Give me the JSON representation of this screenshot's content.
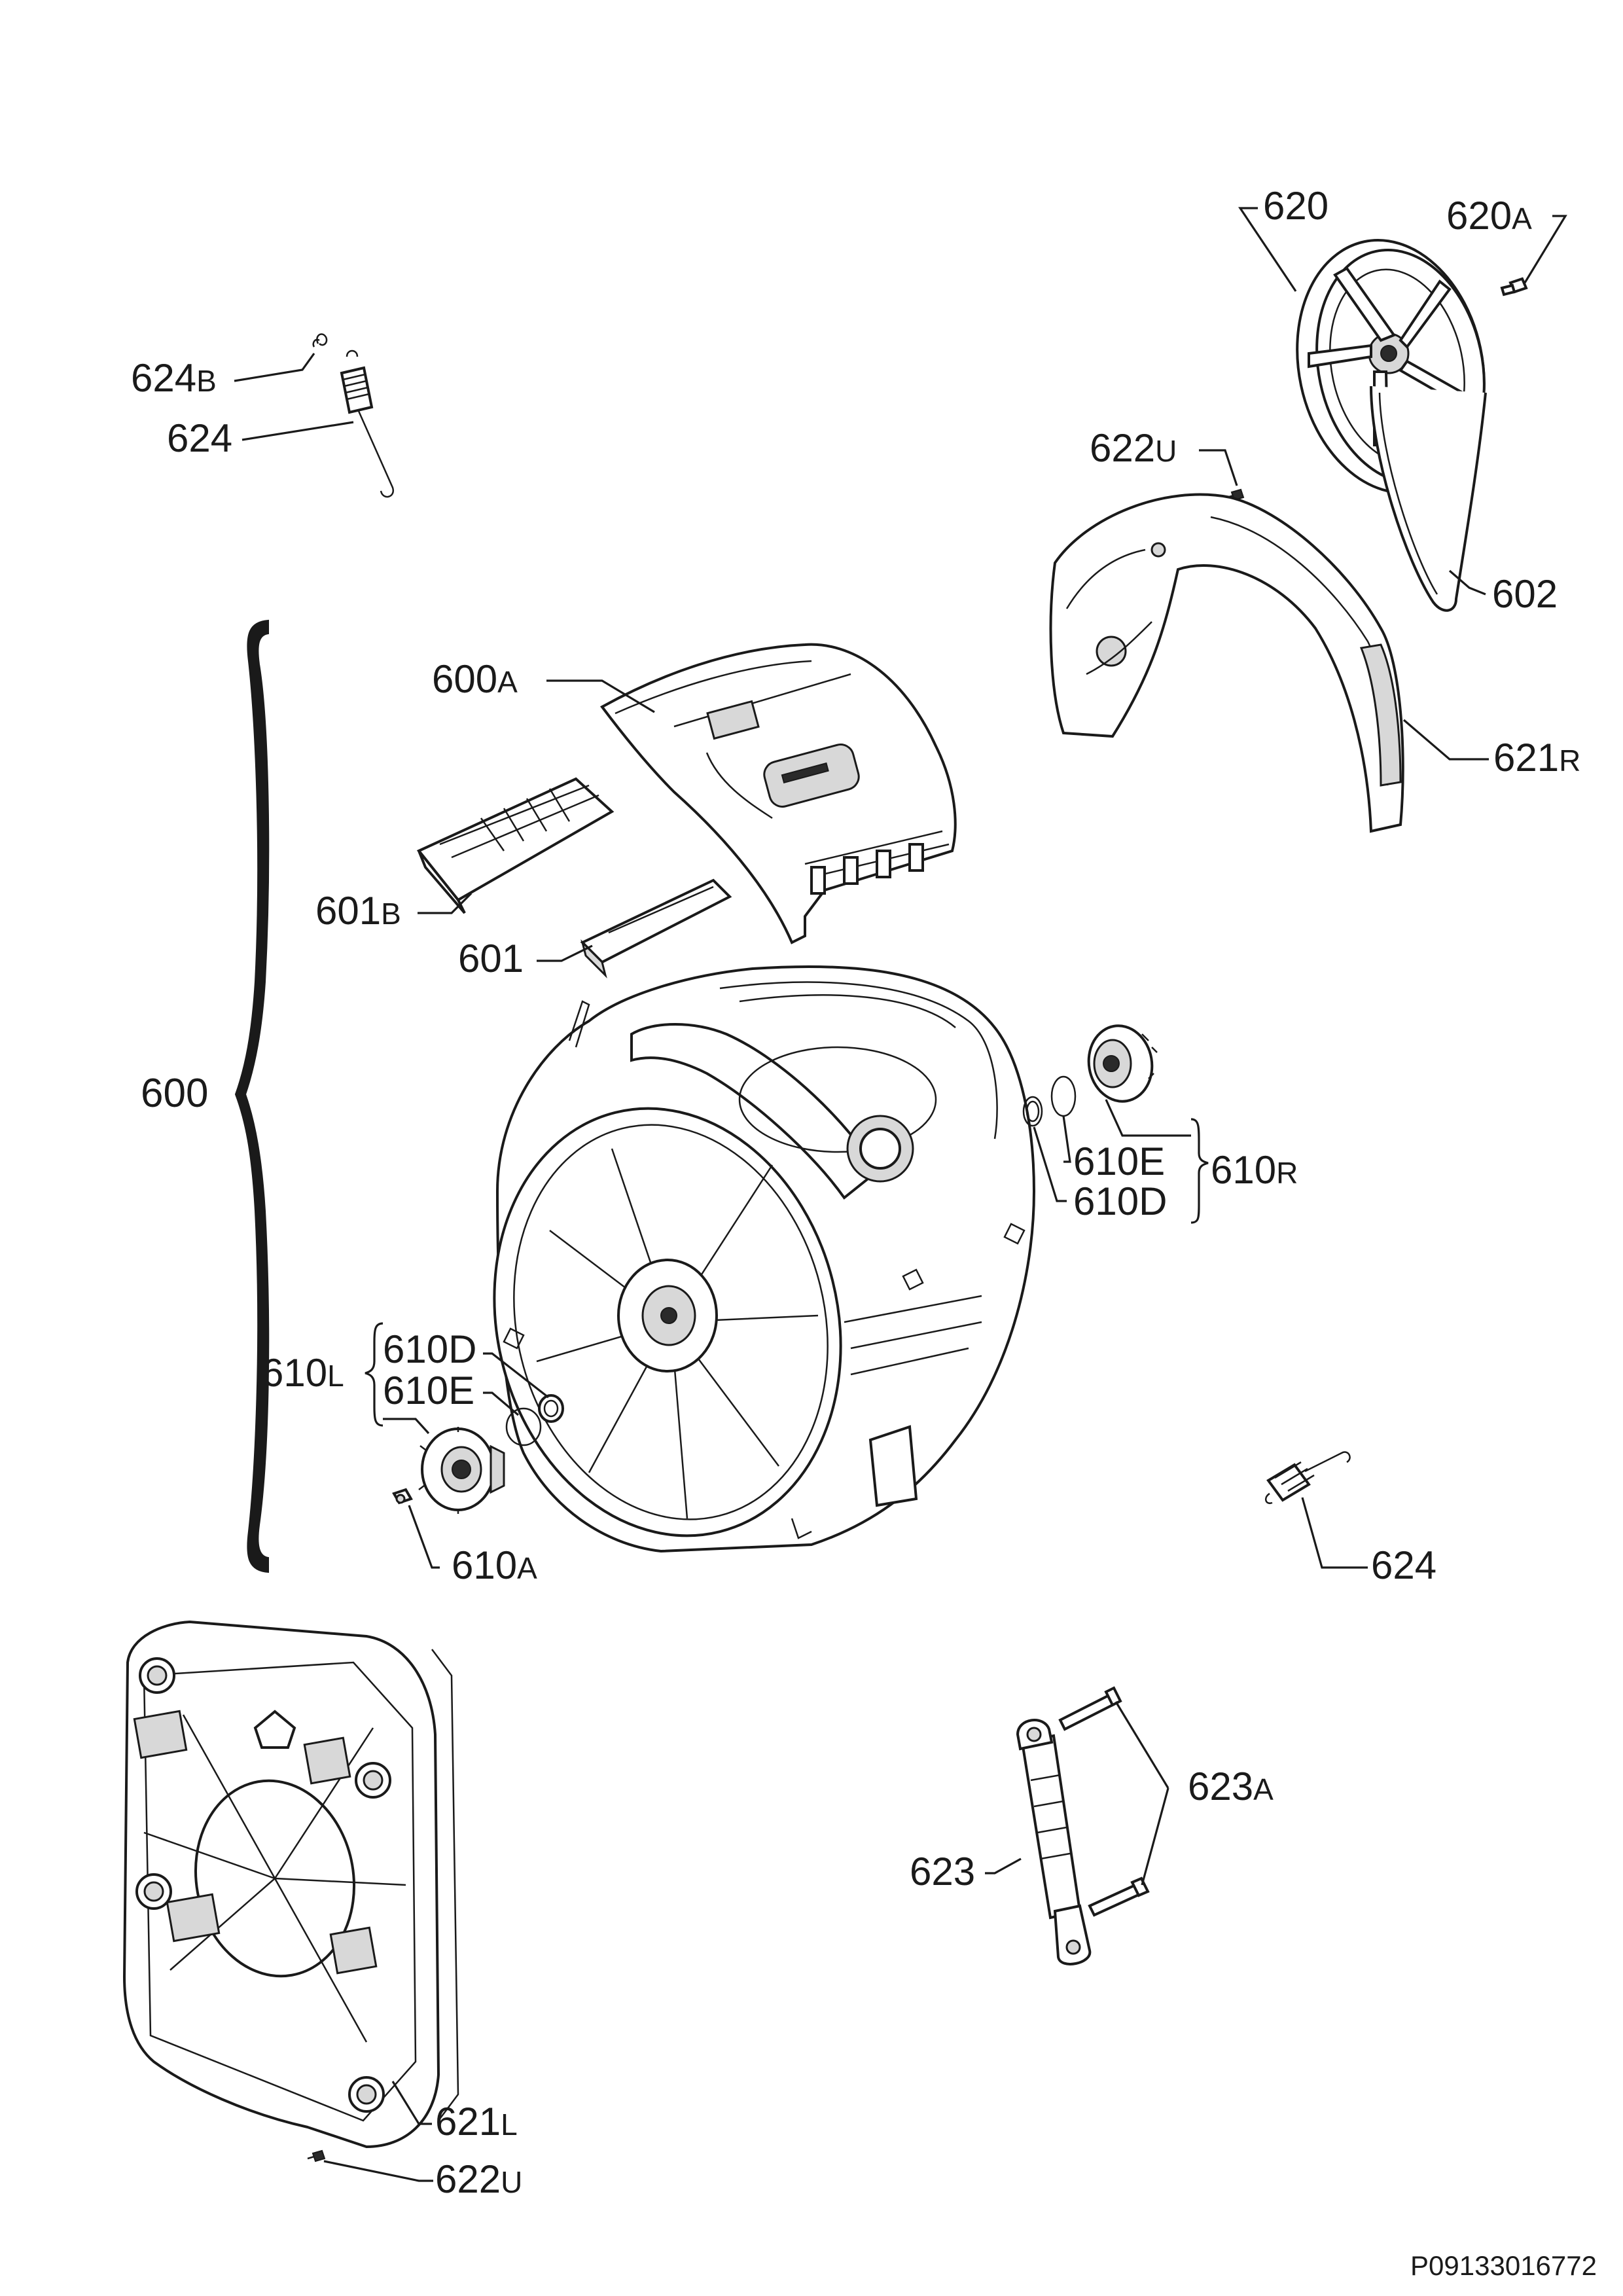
{
  "labels": {
    "l620": {
      "num": "620",
      "sfx": ""
    },
    "l620A": {
      "num": "620",
      "sfx": "A"
    },
    "l624B": {
      "num": "624",
      "sfx": "B"
    },
    "l624a": {
      "num": "624",
      "sfx": ""
    },
    "l622Ua": {
      "num": "622",
      "sfx": "U"
    },
    "l602": {
      "num": "602",
      "sfx": ""
    },
    "l600A": {
      "num": "600",
      "sfx": "A"
    },
    "l621R": {
      "num": "621",
      "sfx": "R"
    },
    "l601B": {
      "num": "601",
      "sfx": "B"
    },
    "l601": {
      "num": "601",
      "sfx": ""
    },
    "l600": {
      "num": "600",
      "sfx": ""
    },
    "l610Ea": {
      "num": "610E",
      "sfx": ""
    },
    "l610R": {
      "num": "610",
      "sfx": "R"
    },
    "l610Da": {
      "num": "610D",
      "sfx": ""
    },
    "l610Db": {
      "num": "610D",
      "sfx": ""
    },
    "l610L": {
      "num": "610",
      "sfx": "L"
    },
    "l610Eb": {
      "num": "610E",
      "sfx": ""
    },
    "l610A": {
      "num": "610",
      "sfx": "A"
    },
    "l624b": {
      "num": "624",
      "sfx": ""
    },
    "l623A": {
      "num": "623",
      "sfx": "A"
    },
    "l623": {
      "num": "623",
      "sfx": ""
    },
    "l621L": {
      "num": "621",
      "sfx": "L"
    },
    "l622Ub": {
      "num": "622",
      "sfx": "U"
    }
  },
  "document_id": "P09133016772"
}
